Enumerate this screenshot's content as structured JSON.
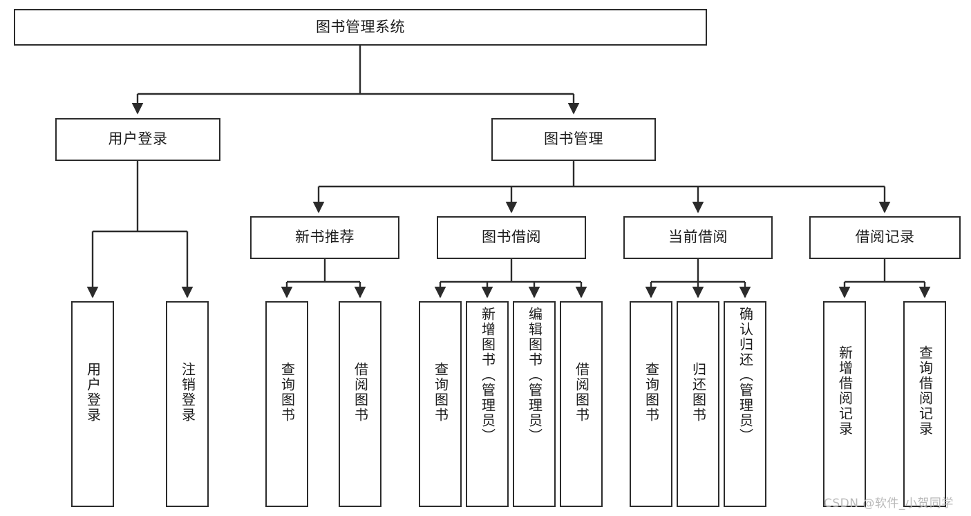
{
  "diagram": {
    "title": "图书管理系统",
    "type": "tree-hierarchy",
    "watermark": "CSDN @软件_小贺同学",
    "colors": {
      "box_border": "#2b2b2b",
      "box_fill": "#ffffff",
      "connector": "#2b2b2b",
      "text": "#1c1c1c",
      "watermark": "#b9b9b9"
    },
    "nodes": {
      "root": {
        "label": "图书管理系统"
      },
      "level1": [
        {
          "label": "用户登录"
        },
        {
          "label": "图书管理"
        }
      ],
      "level2": [
        {
          "label": "新书推荐"
        },
        {
          "label": "图书借阅"
        },
        {
          "label": "当前借阅"
        },
        {
          "label": "借阅记录"
        }
      ],
      "leaves": {
        "user_login": [
          {
            "label": "用户登录"
          },
          {
            "label": "注销登录"
          }
        ],
        "new_book_recommend": [
          {
            "label": "查询图书"
          },
          {
            "label": "借阅图书"
          }
        ],
        "book_borrow": [
          {
            "label": "查询图书"
          },
          {
            "label": "新增图书（管理员）"
          },
          {
            "label": "编辑图书（管理员）"
          },
          {
            "label": "借阅图书"
          }
        ],
        "current_borrow": [
          {
            "label": "查询图书"
          },
          {
            "label": "归还图书"
          },
          {
            "label": "确认归还（管理员）"
          }
        ],
        "borrow_record": [
          {
            "label": "新增借阅记录"
          },
          {
            "label": "查询借阅记录"
          }
        ]
      }
    }
  }
}
